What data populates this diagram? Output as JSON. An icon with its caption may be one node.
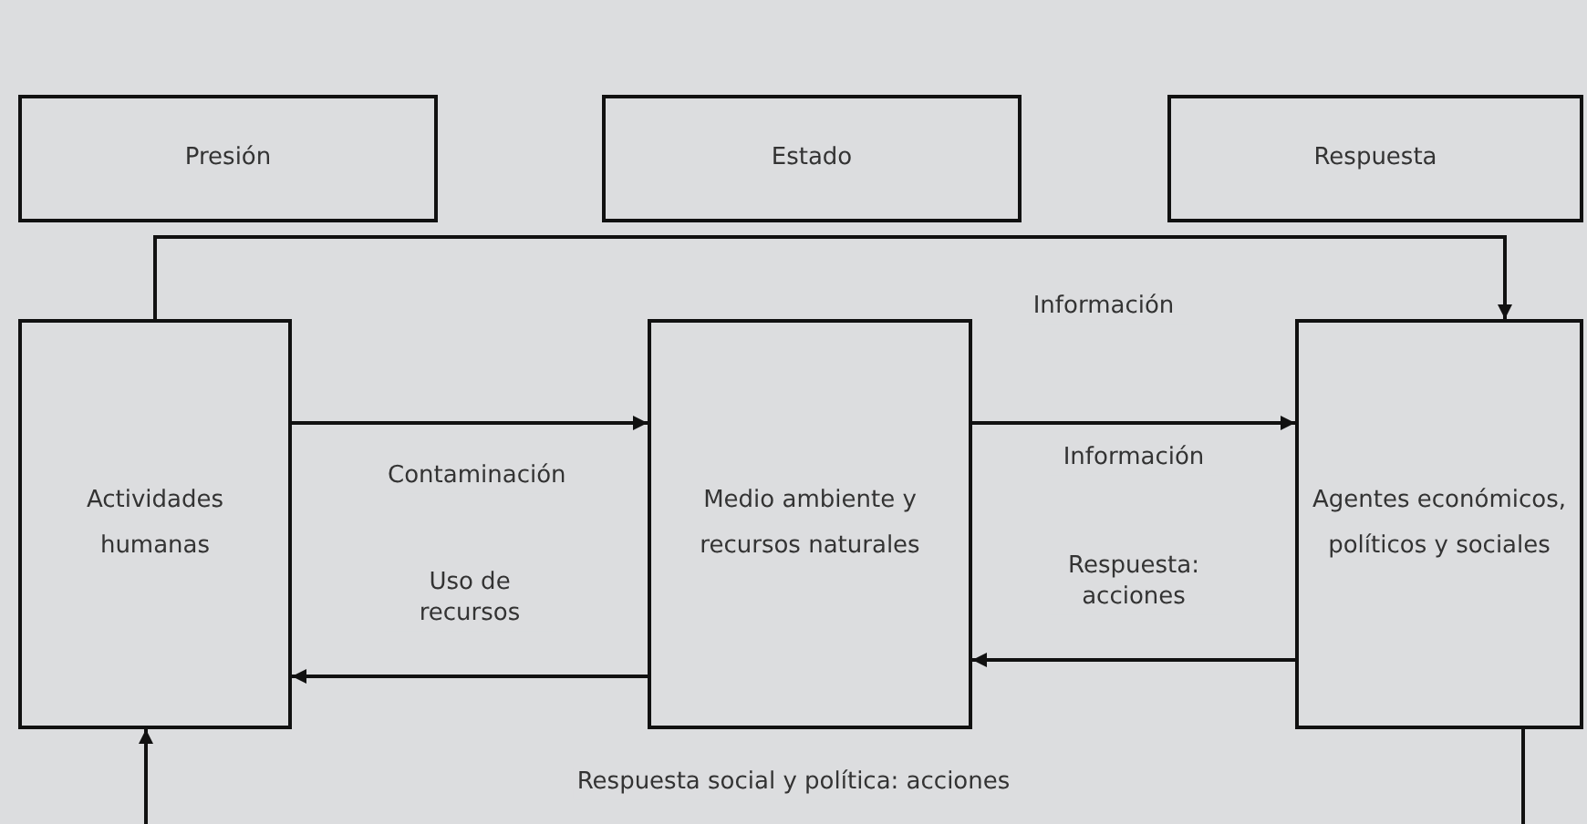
{
  "diagram": {
    "nodes": [
      {
        "text": [
          "Presión"
        ]
      },
      {
        "text": [
          "Estado"
        ]
      },
      {
        "text": [
          "Respuesta"
        ]
      },
      {
        "text": [
          "Actividades humanas"
        ]
      },
      {
        "text": [
          "Medio ambiente y recursos naturales"
        ]
      },
      {
        "text": [
          "Agentes económicos, políticos y sociales"
        ]
      }
    ],
    "edges": [
      {
        "from": 3,
        "to": 4,
        "arrow": "to",
        "label": "Contaminación"
      },
      {
        "from": 4,
        "to": 5,
        "arrow": "to",
        "label": "Información"
      },
      {
        "from": 5,
        "to": 4,
        "arrow": "to",
        "label": "Respuesta: acciones"
      },
      {
        "from": 4,
        "to": 3,
        "arrow": "to",
        "label": "Uso de recursos"
      },
      {
        "from": 3,
        "to": 5,
        "arrow": "to",
        "label": "Información"
      },
      {
        "from": 5,
        "to": 3,
        "arrow": "to",
        "label": "Respuesta social y política: acciones"
      }
    ]
  }
}
